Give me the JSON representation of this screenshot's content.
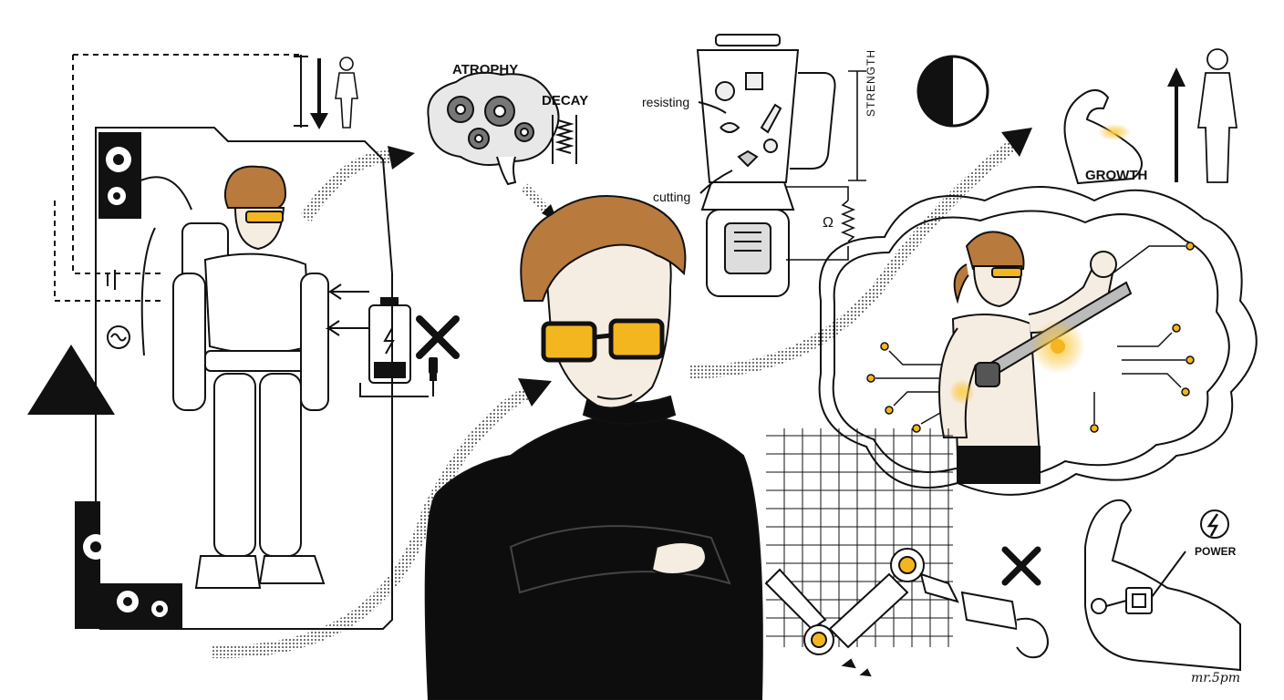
{
  "labels": {
    "atrophy": "ATROPHY",
    "decay": "DECAY",
    "resisting": "resisting",
    "cutting": "cutting",
    "strength": "STRENGTH",
    "growth": "GROWTH",
    "power": "POWER",
    "ohm": "Ω",
    "signature": "mr.5pm"
  },
  "colors": {
    "ink": "#111111",
    "accent": "#f3b61f",
    "paper": "#ffffff",
    "skin": "#f6ede2",
    "hair": "#b87a3d",
    "sweater": "#0d0d0d"
  },
  "icons": [
    "triangle-icon",
    "half-circle-icon",
    "battery-icon",
    "plug-icon",
    "cross-icon",
    "gear-icon",
    "brain-icon",
    "blender-icon",
    "spring-icon",
    "human-silhouette-icon",
    "bicep-icon",
    "lightning-icon"
  ]
}
